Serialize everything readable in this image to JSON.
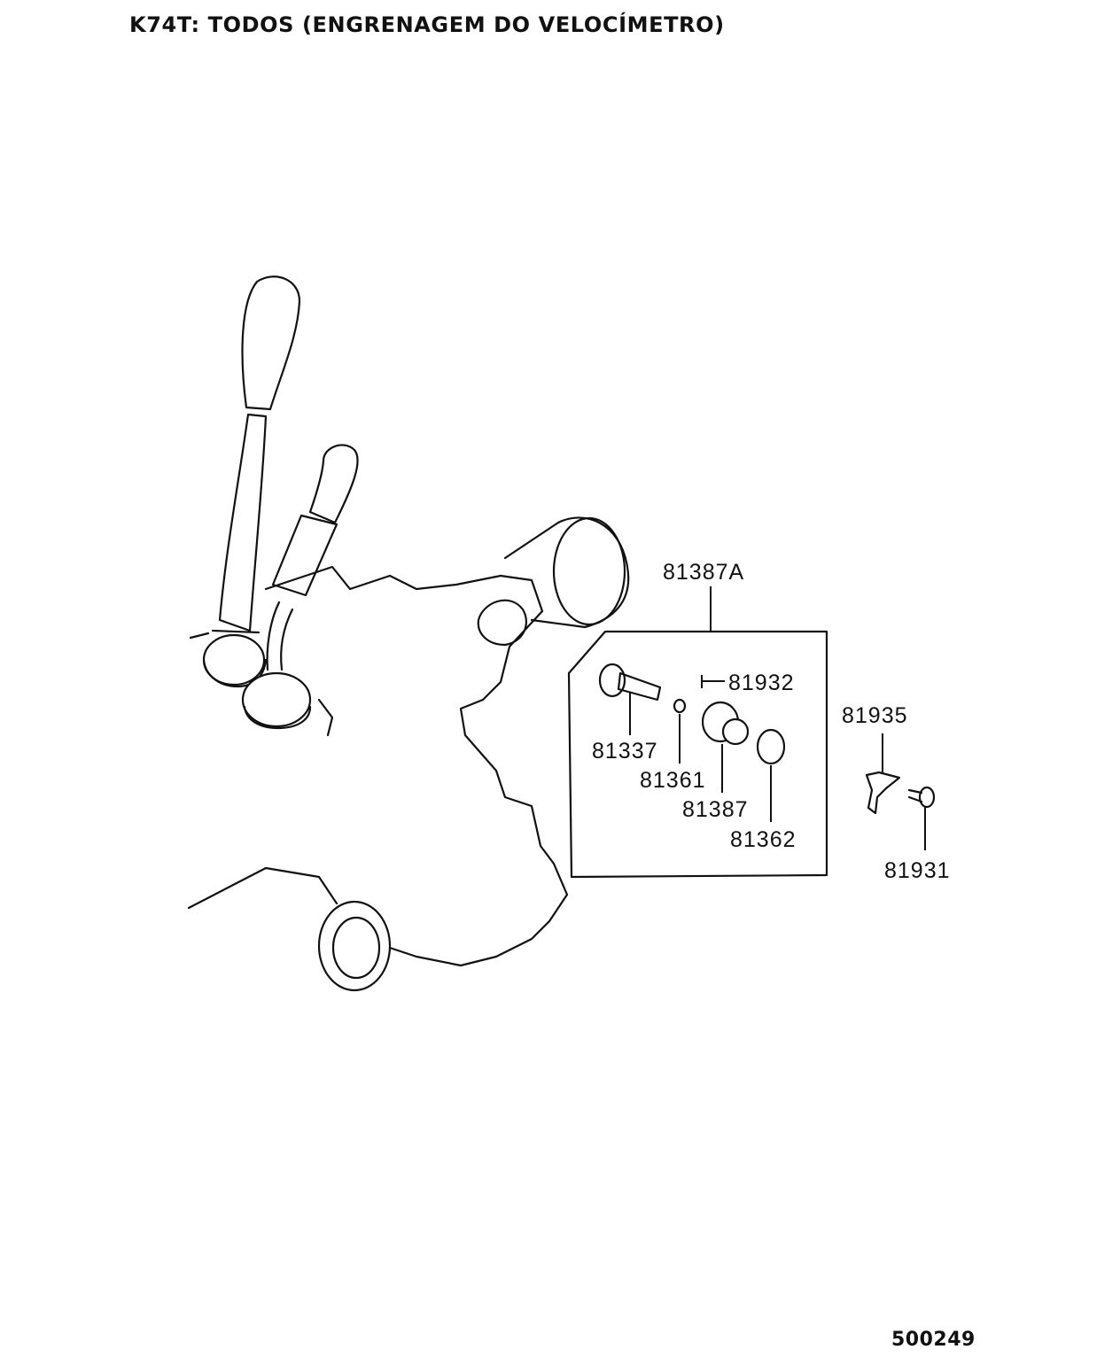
{
  "header": {
    "title": "K74T: TODOS (ENGRENAGEM DO VELOCÍMETRO)"
  },
  "footer": {
    "diagram_id": "500249"
  },
  "parts": {
    "assembly": "81387A",
    "p81932": "81932",
    "p81337": "81337",
    "p81361": "81361",
    "p81387": "81387",
    "p81362": "81362",
    "p81935": "81935",
    "p81931": "81931"
  }
}
